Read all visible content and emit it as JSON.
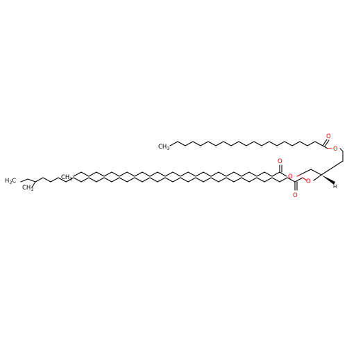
{
  "molecule": {
    "atoms": {
      "ch3_top": "CH",
      "ch3_top_sub": "3",
      "ch3_mid": "CH",
      "ch3_mid_sub": "3",
      "h3c": "H",
      "h3c_sub": "3",
      "h3c_c": "C",
      "ch3_branch": "CH",
      "ch3_branch_sub": "3",
      "o_ester_1": "O",
      "o_carbonyl_1": "O",
      "o_ester_2": "O",
      "o_carbonyl_2": "O",
      "o_ester_3": "O",
      "o_carbonyl_3": "O",
      "h_stereo": "H"
    },
    "colors": {
      "bond": "#000000",
      "oxygen": "#e00000"
    }
  }
}
